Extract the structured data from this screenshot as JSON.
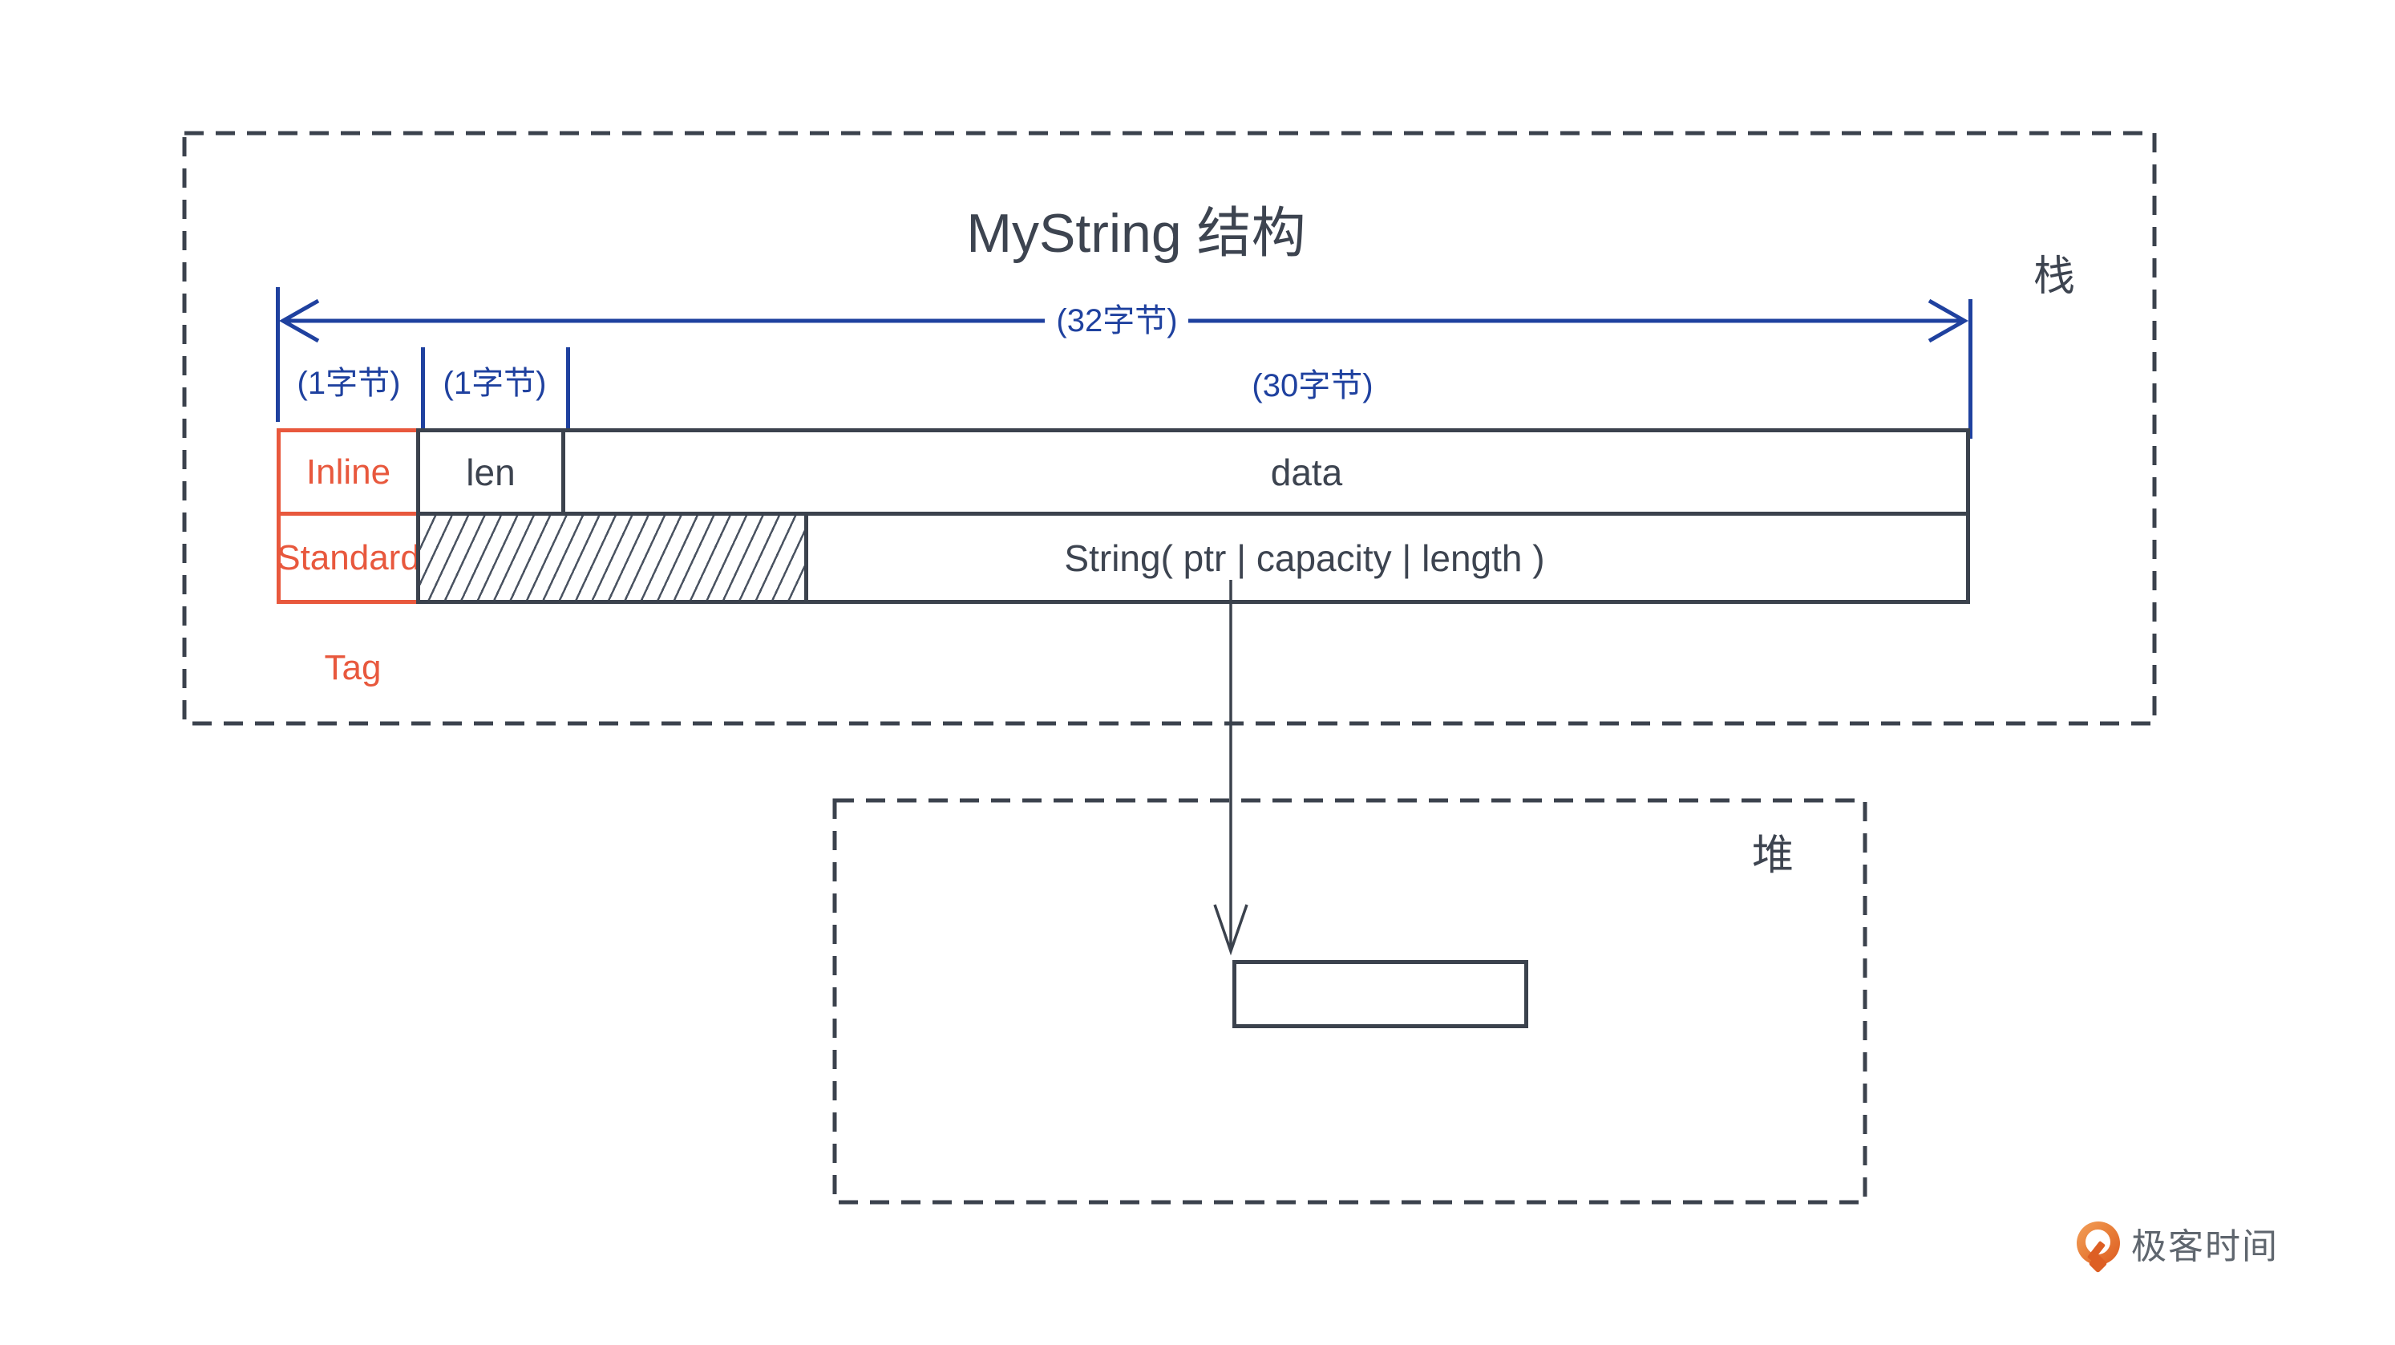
{
  "colors": {
    "line_dark": "#3b424d",
    "accent_blue": "#1f419f",
    "accent_orange": "#e8583d",
    "brand_gray": "#5f666e",
    "brand_orange": "#dd5a20"
  },
  "stack": {
    "region_label": "栈",
    "title": "MyString 结构",
    "width_arrow_label": "(32字节)",
    "byte_labels": [
      "(1字节)",
      "(1字节)",
      "(30字节)"
    ],
    "rows": [
      {
        "tag": "Inline",
        "cell1": "len",
        "cell2": "data"
      },
      {
        "tag": "Standard",
        "cell2": "String( ptr | capacity | length )"
      }
    ],
    "tag_caption": "Tag"
  },
  "heap": {
    "region_label": "堆"
  },
  "footer": {
    "brand": "极客时间"
  }
}
